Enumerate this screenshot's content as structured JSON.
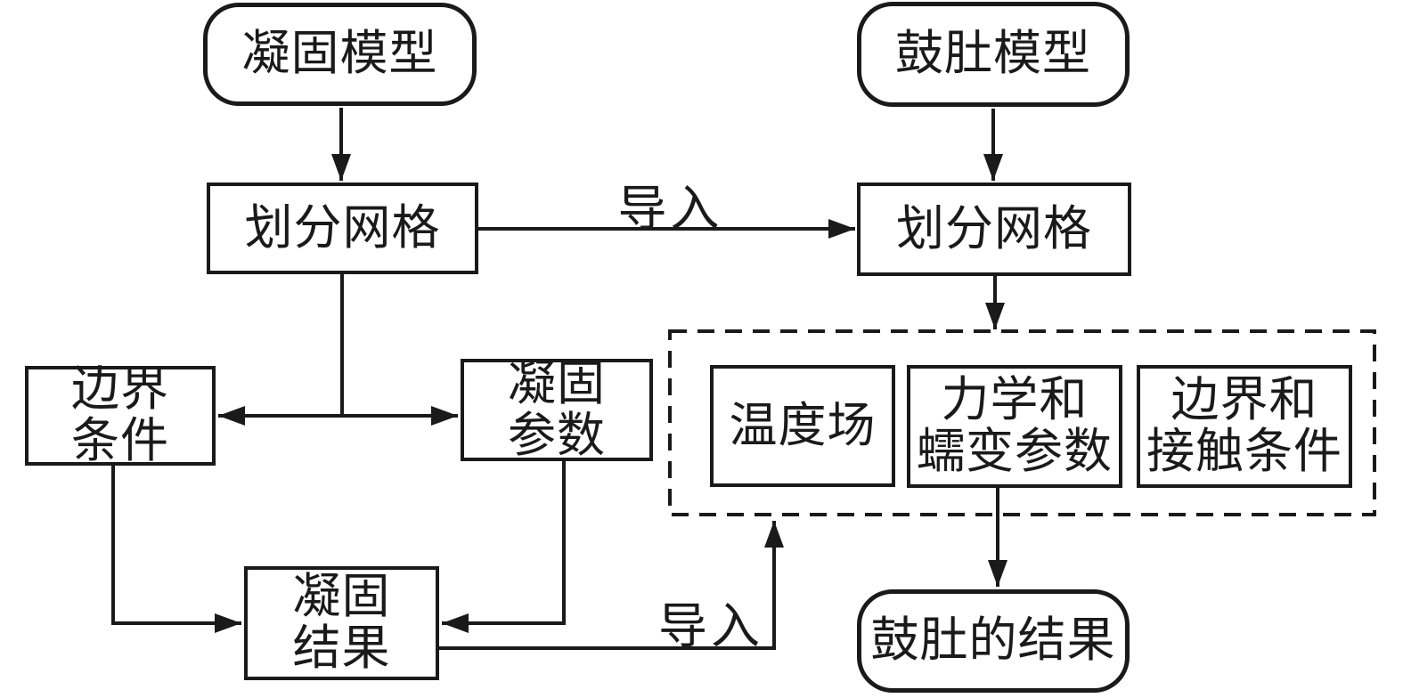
{
  "diagram": {
    "title_hint": "solidification-bulging coupled simulation flowchart",
    "colors": {
      "stroke": "#1a1a1a",
      "background": "#ffffff"
    },
    "nodes": {
      "solidification_model": {
        "label": "凝固模型",
        "shape": "rounded"
      },
      "bulging_model": {
        "label": "鼓肚模型",
        "shape": "rounded"
      },
      "mesh_left": {
        "label": "划分网格",
        "shape": "rect"
      },
      "mesh_right": {
        "label": "划分网格",
        "shape": "rect"
      },
      "boundary_conditions": {
        "label": "边界\n条件",
        "shape": "rect"
      },
      "solidification_params": {
        "label": "凝固\n参数",
        "shape": "rect"
      },
      "temperature_field": {
        "label": "温度场",
        "shape": "rect"
      },
      "mechanical_creep_params": {
        "label": "力学和\n蠕变参数",
        "shape": "rect"
      },
      "boundary_contact_conditions": {
        "label": "边界和\n接触条件",
        "shape": "rect"
      },
      "solidification_result": {
        "label": "凝固\n结果",
        "shape": "rect"
      },
      "bulging_result": {
        "label": "鼓肚的结果",
        "shape": "rounded"
      }
    },
    "edge_labels": {
      "import_top": "导入",
      "import_bottom": "导入"
    }
  }
}
